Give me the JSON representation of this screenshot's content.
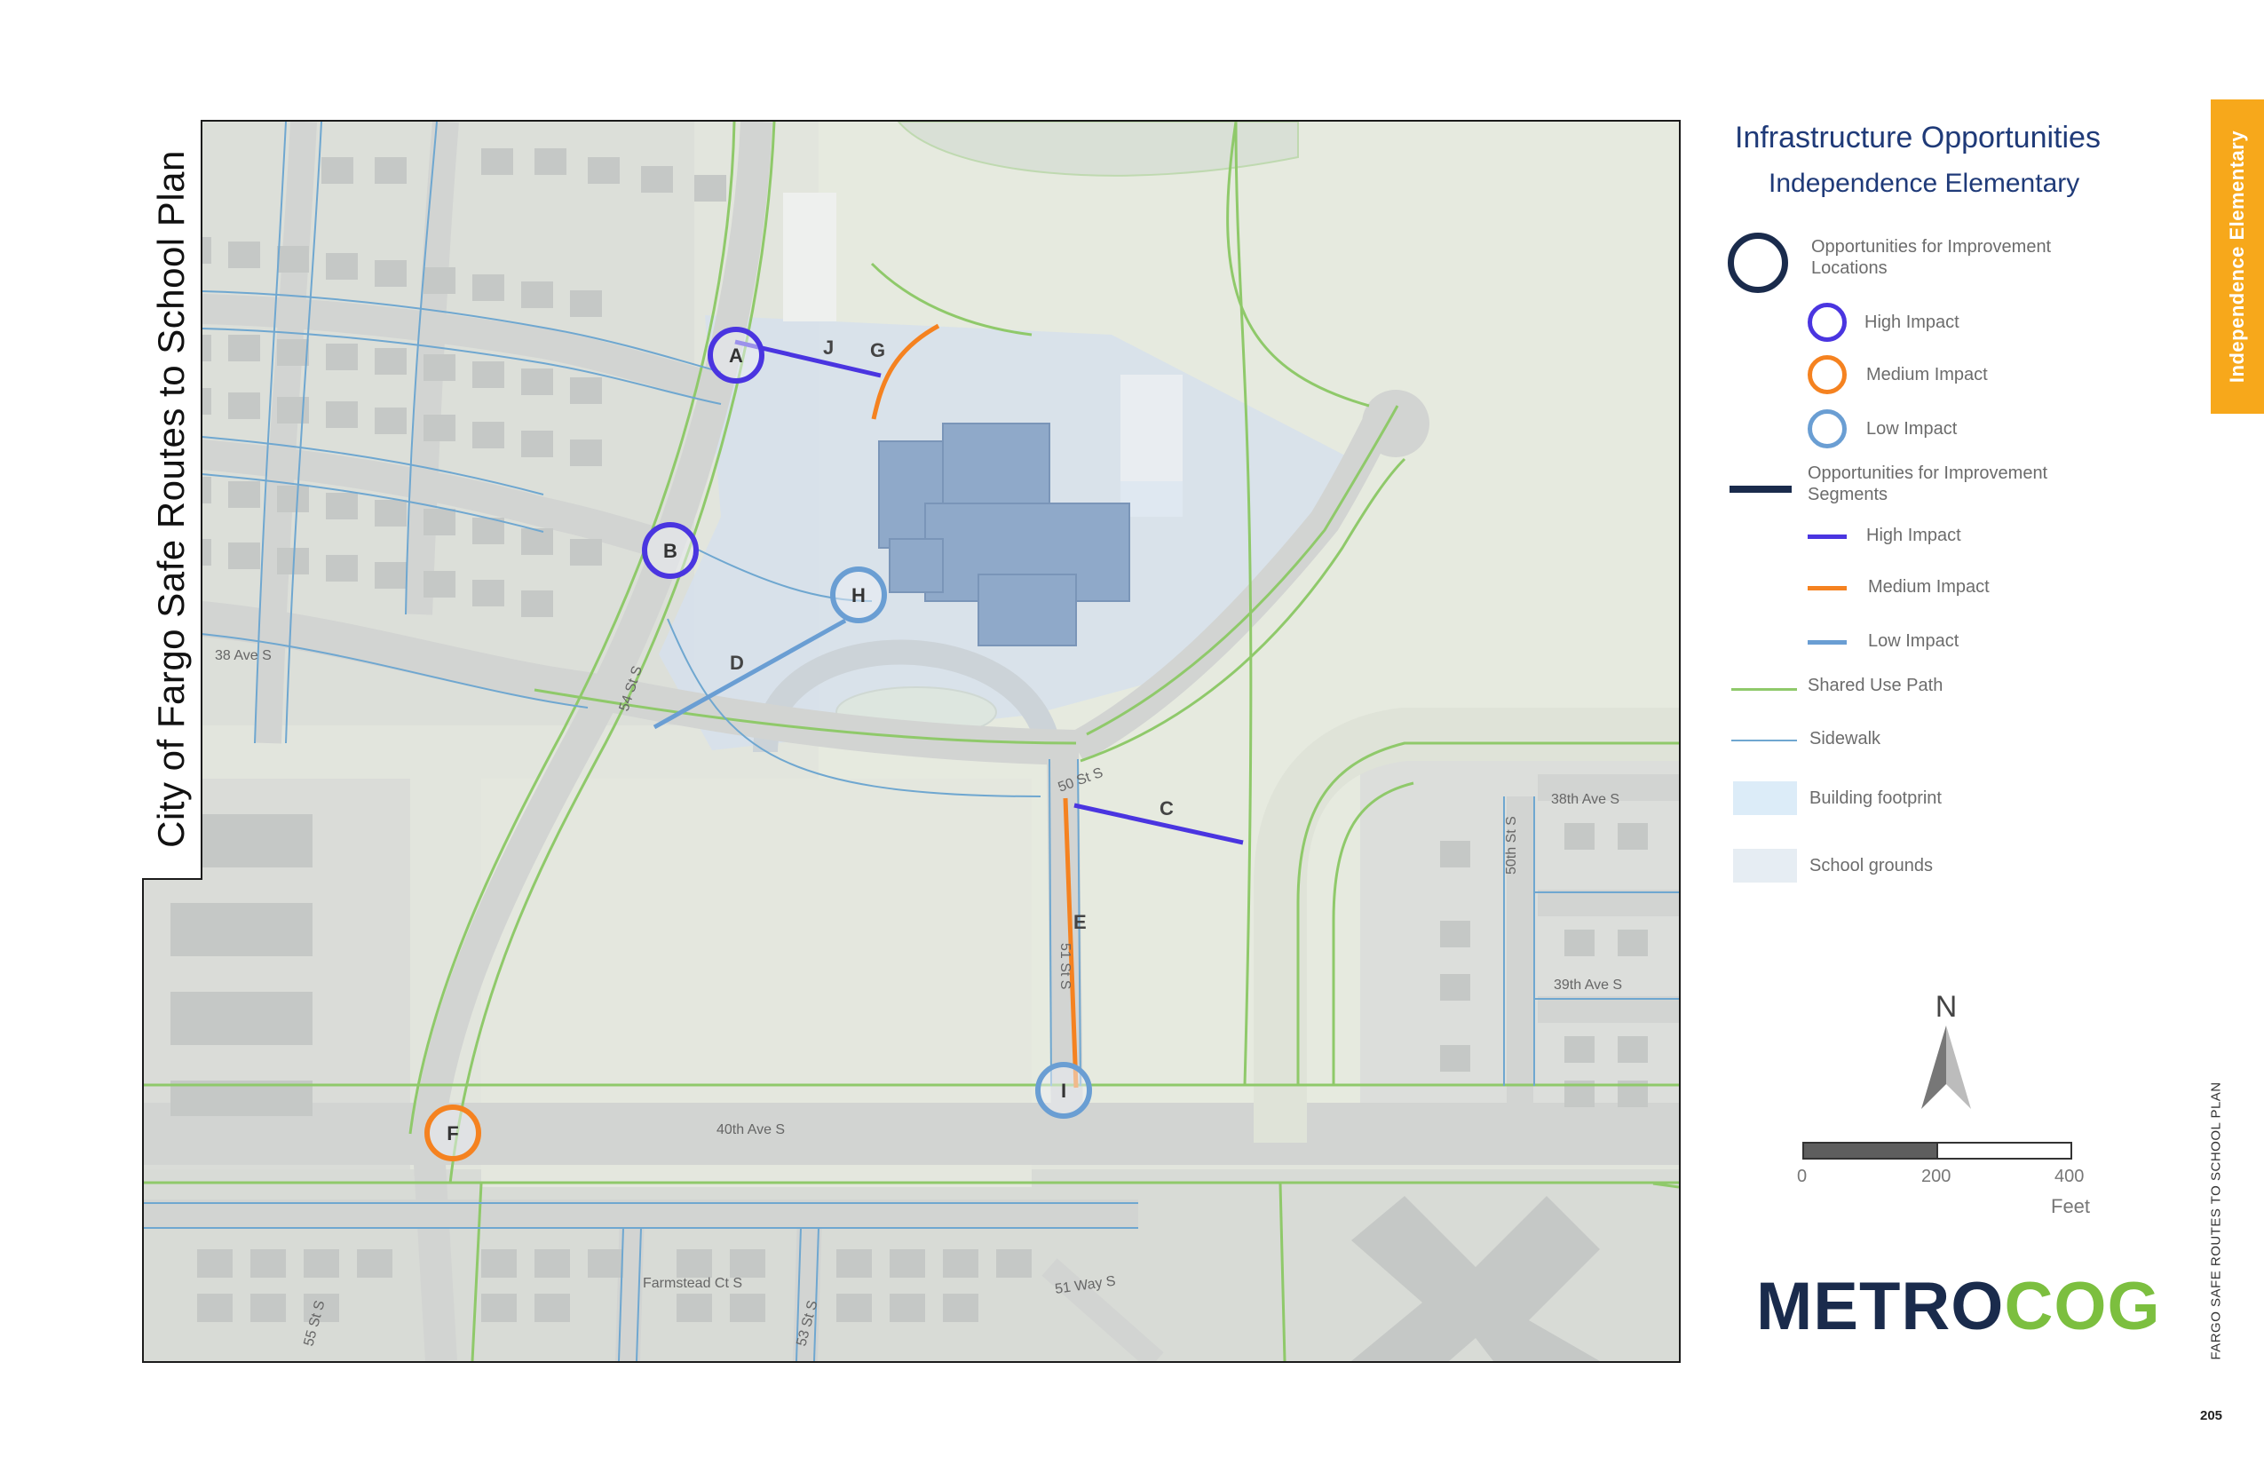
{
  "page": {
    "vertical_title": "City of Fargo Safe Routes to School Plan",
    "side_tab": "Independence Elementary",
    "footer_vertical": "FARGO SAFE ROUTES TO SCHOOL PLAN",
    "page_number": "205"
  },
  "legend": {
    "title": "Infrastructure Opportunities",
    "subtitle": "Independence Elementary",
    "locations_heading": "Opportunities for Improvement Locations",
    "locations": [
      {
        "label": "High Impact",
        "color": "#4a35e0"
      },
      {
        "label": "Medium Impact",
        "color": "#f58220"
      },
      {
        "label": "Low Impact",
        "color": "#6a9ed3"
      }
    ],
    "segments_heading": "Opportunities for Improvement Segments",
    "segments": [
      {
        "label": "High Impact",
        "color": "#4a35e0"
      },
      {
        "label": "Medium Impact",
        "color": "#f58220"
      },
      {
        "label": "Low Impact",
        "color": "#6a9ed3"
      }
    ],
    "shared_use_path": "Shared Use Path",
    "sidewalk": "Sidewalk",
    "building_footprint": "Building footprint",
    "school_grounds": "School grounds",
    "dark_color": "#1a2b4c",
    "shared_use_color": "#8fc96a",
    "sidewalk_color": "#6fa7d0"
  },
  "north_arrow": {
    "label": "N"
  },
  "scale": {
    "labels": [
      "0",
      "200",
      "400"
    ],
    "unit": "Feet"
  },
  "logo": {
    "part1": "METRO",
    "part2": "COG",
    "color1": "#1a2b4c",
    "color2": "#7cbf3f"
  },
  "map": {
    "street_labels": [
      "38 Ave S",
      "54 St S",
      "50 St S",
      "38th Ave S",
      "50th St S",
      "51 St S",
      "39th Ave S",
      "40th Ave S",
      "Farmstead Ct S",
      "51 Way S",
      "55 St S",
      "53 St S"
    ],
    "location_markers": [
      {
        "id": "A",
        "impact": "high"
      },
      {
        "id": "B",
        "impact": "high"
      },
      {
        "id": "H",
        "impact": "low"
      },
      {
        "id": "I",
        "impact": "low"
      },
      {
        "id": "F",
        "impact": "medium"
      }
    ],
    "segment_labels": [
      {
        "id": "J",
        "impact": "high"
      },
      {
        "id": "G",
        "impact": "medium"
      },
      {
        "id": "D",
        "impact": "low"
      },
      {
        "id": "C",
        "impact": "high"
      },
      {
        "id": "E",
        "impact": "medium"
      }
    ]
  }
}
